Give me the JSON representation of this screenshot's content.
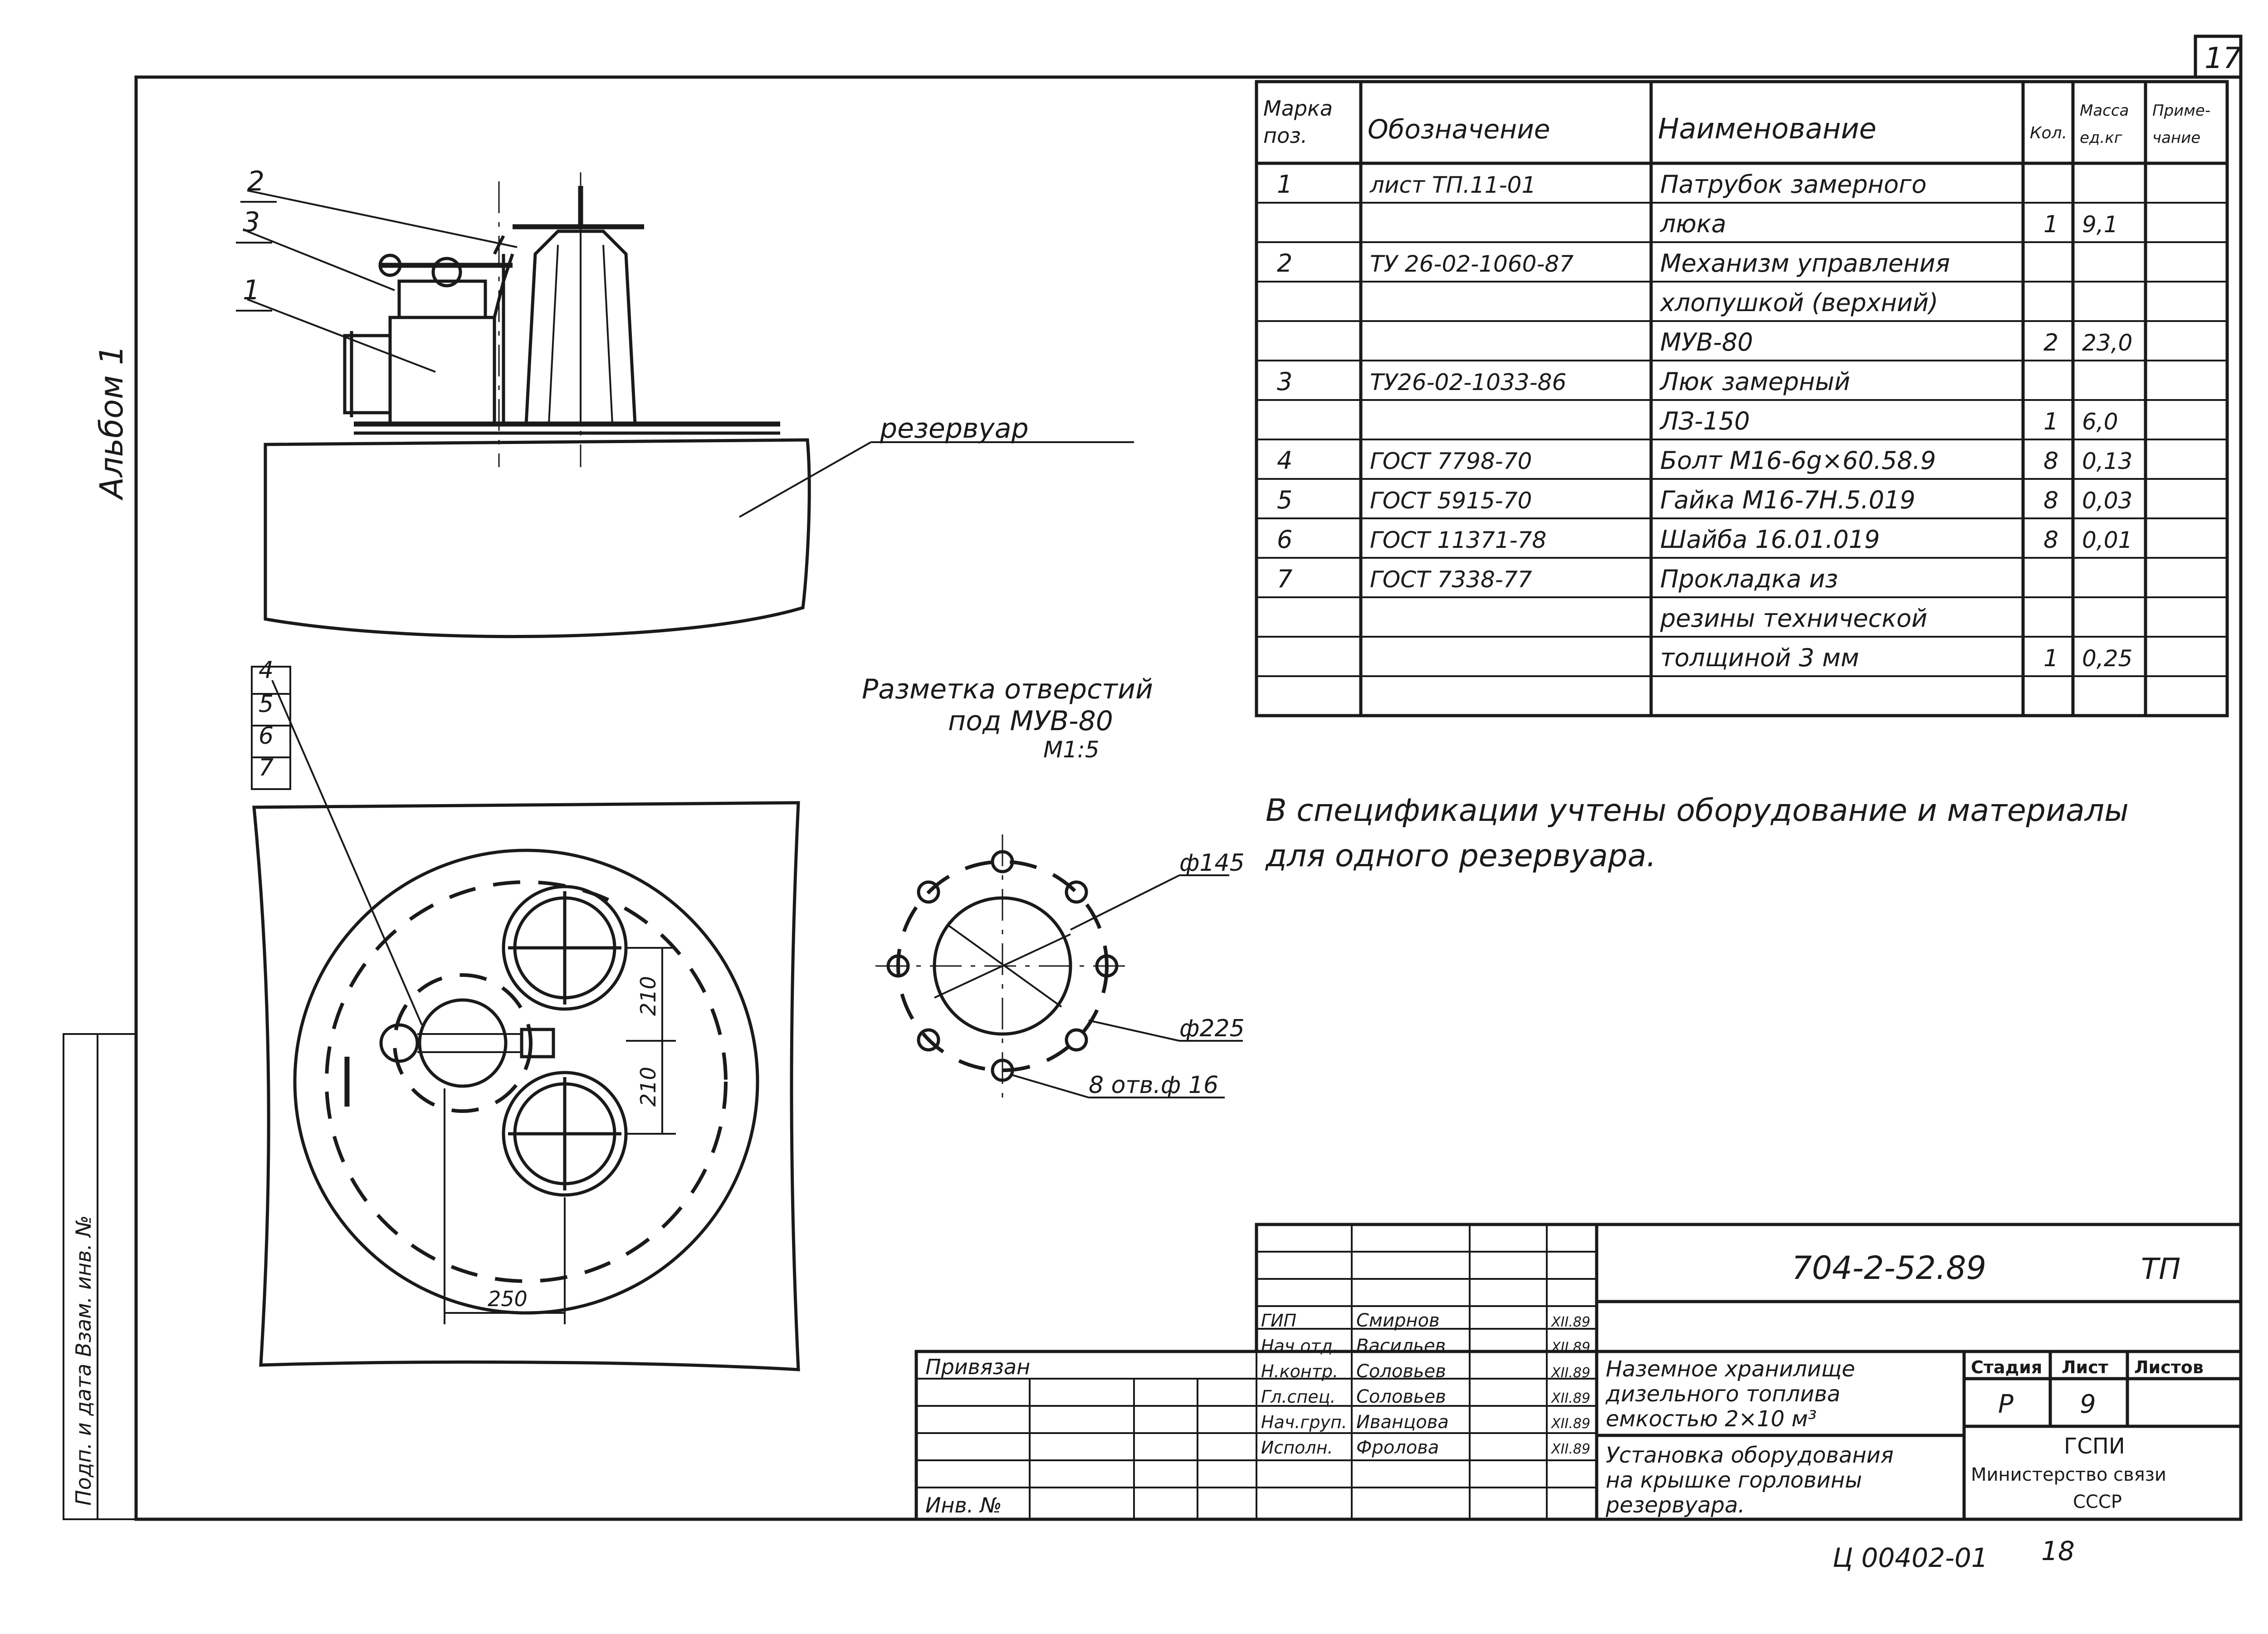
{
  "sheet_number_top": "17",
  "album_label": "Альбом 1",
  "side_strip_text": "Подп. и дата   Взам. инв. №",
  "callouts": [
    "1",
    "2",
    "3"
  ],
  "reservoir_label": "резервуар",
  "plan_callouts": [
    "4",
    "5",
    "6",
    "7"
  ],
  "marking": {
    "title_line1": "Разметка отверстий",
    "title_line2": "под МУВ-80",
    "scale": "М1:5",
    "dim_145": "ф145",
    "dim_225": "ф225",
    "dim_holes": "8 отв.ф 16"
  },
  "dims": {
    "d210a": "210",
    "d210b": "210",
    "d250": "250"
  },
  "spec": {
    "headers": [
      "Марка поз.",
      "Обозначение",
      "Наименование",
      "Кол.",
      "Масса ед.кг",
      "Приме- чание"
    ],
    "rows": [
      [
        "1",
        "лист ТП.11-01",
        "Патрубок замерного",
        "",
        "",
        ""
      ],
      [
        "",
        "",
        "люка",
        "1",
        "9,1",
        ""
      ],
      [
        "2",
        "ТУ 26-02-1060-87",
        "Механизм управления",
        "",
        "",
        ""
      ],
      [
        "",
        "",
        "хлопушкой (верхний)",
        "",
        "",
        ""
      ],
      [
        "",
        "",
        "МУВ-80",
        "2",
        "23,0",
        ""
      ],
      [
        "3",
        "ТУ26-02-1033-86",
        "Люк замерный",
        "",
        "",
        ""
      ],
      [
        "",
        "",
        "ЛЗ-150",
        "1",
        "6,0",
        ""
      ],
      [
        "4",
        "ГОСТ 7798-70",
        "Болт М16-6g×60.58.9",
        "8",
        "0,13",
        ""
      ],
      [
        "5",
        "ГОСТ 5915-70",
        "Гайка М16-7Н.5.019",
        "8",
        "0,03",
        ""
      ],
      [
        "6",
        "ГОСТ 11371-78",
        "Шайба 16.01.019",
        "8",
        "0,01",
        ""
      ],
      [
        "7",
        "ГОСТ 7338-77",
        "Прокладка из",
        "",
        "",
        ""
      ],
      [
        "",
        "",
        "резины технической",
        "",
        "",
        ""
      ],
      [
        "",
        "",
        "толщиной 3 мм",
        "1",
        "0,25",
        ""
      ],
      [
        "",
        "",
        "",
        "",
        "",
        ""
      ]
    ]
  },
  "note_line1": "В спецификации учтены оборудование и материалы",
  "note_line2": "для одного резервуара.",
  "stamp": {
    "code": "704-2-52.89",
    "type": "ТП",
    "bound": "Привязан",
    "inv": "Инв. №",
    "people": [
      [
        "ГИП",
        "Смирнов",
        "XII.89"
      ],
      [
        "Нач.отд.",
        "Васильев",
        "XII.89"
      ],
      [
        "Н.контр.",
        "Соловьев",
        "XII.89"
      ],
      [
        "Гл.спец.",
        "Соловьев",
        "XII.89"
      ],
      [
        "Нач.груп.",
        "Иванцова",
        "XII.89"
      ],
      [
        "Исполн.",
        "Фролова",
        "XII.89"
      ]
    ],
    "project_line1": "Наземное хранилище",
    "project_line2": "дизельного топлива",
    "project_line3": "емкостью 2×10 м³",
    "drawing_line1": "Установка оборудования",
    "drawing_line2": "на крышке горловины",
    "drawing_line3": "резервуара.",
    "stage_header": "Стадия",
    "sheet_header": "Лист",
    "sheets_header": "Листов",
    "stage": "Р",
    "sheet": "9",
    "org_line1": "ГСПИ",
    "org_line2": "Министерство связи",
    "org_line3": "СССР"
  },
  "bottom_code": "Ц 00402-01",
  "bottom_number": "18"
}
